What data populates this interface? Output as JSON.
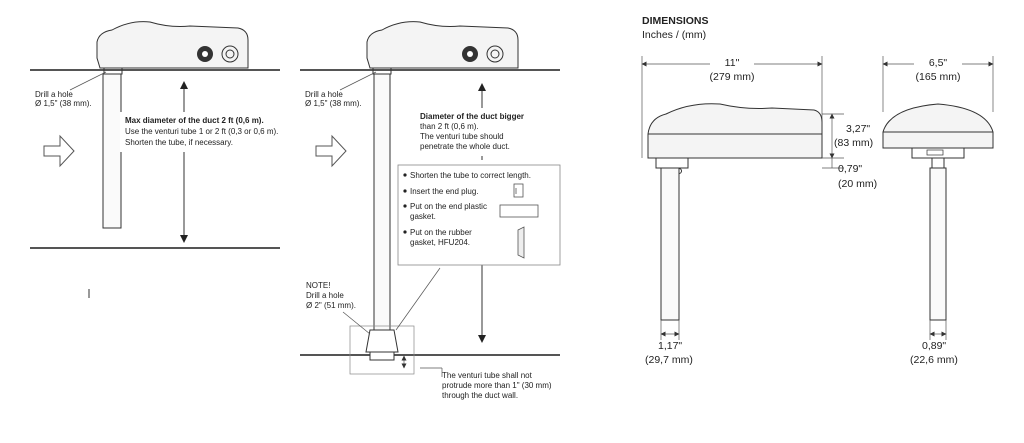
{
  "fig1": {
    "drill_line1": "Drill a hole",
    "drill_line2": "Ø 1,5\" (38 mm).",
    "max_title": "Max diameter of the duct 2 ft (0,6 m).",
    "max_line2": "Use the venturi tube 1 or 2 ft (0,3 or 0,6 m).",
    "max_line3": "Shorten the tube, if necessary."
  },
  "fig2": {
    "drill_line1": "Drill a hole",
    "drill_line2": "Ø 1,5\" (38 mm).",
    "bigger_title": "Diameter of the duct bigger",
    "bigger_line2": "than 2 ft (0,6 m).",
    "bigger_line3": "The venturi tube should",
    "bigger_line4": "penetrate the whole duct.",
    "steps": [
      "Shorten the tube to correct length.",
      "Insert the end plug.",
      "Put on the end plastic",
      "gasket.",
      "Put on the rubber",
      "gasket, HFU204."
    ],
    "note_line1": "NOTE!",
    "note_line2": "Drill a hole",
    "note_line3": "Ø 2\" (51 mm).",
    "protrude_line1": "The venturi tube shall not",
    "protrude_line2": "protrude more than 1\" (30 mm)",
    "protrude_line3": "through the duct wall."
  },
  "dimensions": {
    "title": "DIMENSIONS",
    "subtitle": "Inches / (mm)",
    "width_in": "11\"",
    "width_mm": "(279 mm)",
    "depth_in": "6,5\"",
    "depth_mm": "(165 mm)",
    "height_in": "3,27\"",
    "height_mm": "(83 mm)",
    "offset_in": "0,79\"",
    "offset_mm": "(20 mm)",
    "tube_in": "1,17\"",
    "tube_mm": "(29,7 mm)",
    "tube2_in": "0,89\"",
    "tube2_mm": "(22,6 mm)"
  }
}
